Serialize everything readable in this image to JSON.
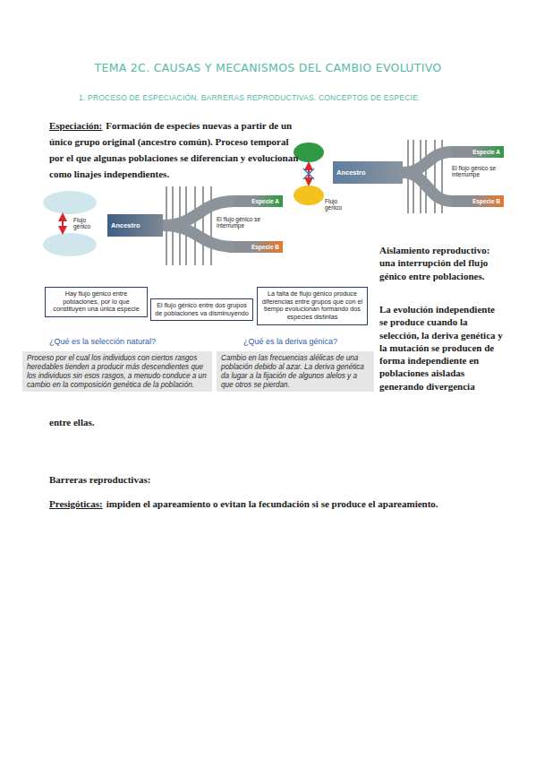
{
  "diagram": {
    "title": "TEMA 2C. CAUSAS Y MECANISMOS DEL CAMBIO EVOLUTIVO",
    "nodes": [
      {
        "text": [
          "Ancestro"
        ]
      },
      {
        "text": [
          "Especie A"
        ]
      },
      {
        "text": [
          "Especie B"
        ]
      },
      {
        "text": [
          "Ancestro"
        ]
      },
      {
        "text": [
          "Especie A"
        ]
      },
      {
        "text": [
          "Especie B"
        ]
      },
      {
        "text": [
          "Hay flujo génico entre poblaciones, por lo que constituyen una única especie"
        ]
      },
      {
        "text": [
          "El flujo génico entre dos grupos de poblaciones va disminuyendo"
        ]
      },
      {
        "text": [
          "La falta de flujo génico produce diferencias entre grupos que con el tiempo evolucionan formando dos especies distintas"
        ]
      },
      {
        "text": [
          "¿Qué es la selección natural?",
          "Proceso por el cual los individuos con ciertos rasgos heredables tienden a producir más descendientes que los individuos sin esos rasgos, a menudo conduce a un cambio en la composición genética de la población."
        ]
      },
      {
        "text": [
          "¿Qué es la deriva génica?",
          "Cambio en las frecuencias alélicas de una población debido al azar. La deriva genética da lugar a la fijación de algunos alelos y a que otros se pierdan."
        ]
      }
    ],
    "edges": [
      {
        "from": 0,
        "to": 1,
        "arrow": "none"
      },
      {
        "from": 0,
        "to": 2,
        "arrow": "none"
      },
      {
        "from": 3,
        "to": 4,
        "arrow": "none"
      },
      {
        "from": 3,
        "to": 5,
        "arrow": "none"
      }
    ],
    "labels": [
      "1. PROCESO DE ESPECIACIÓN. BARRERAS REPRODUCTIVAS. CONCEPTOS DE ESPECIE.",
      "Especiación:",
      "Formación de especies nuevas a partir de un único grupo original (ancestro común). Proceso temporal por el que algunas poblaciones se diferencian y evolucionan como linajes independientes.",
      "Flujo génico",
      "El flujo génico se interrumpe",
      "Flujo génico",
      "El flujo génico se interrumpe",
      "Aislamiento reproductivo: una interrupción del flujo génico entre poblaciones.",
      "La evolución independiente se produce cuando la selección, la deriva genética y la mutación se producen de forma independiente en poblaciones aisladas generando divergencia",
      "entre ellas.",
      "Barreras reproductivas:",
      "Presigóticas:",
      "impiden el apareamiento o evitan la fecundación si se produce el apareamiento."
    ]
  }
}
